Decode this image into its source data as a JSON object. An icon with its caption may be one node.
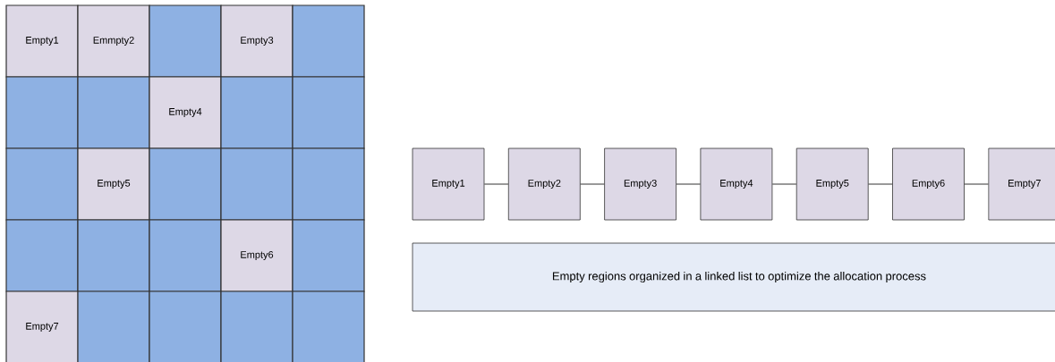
{
  "diagram": {
    "nodes": [
      {
        "text": [
          "Empty1"
        ]
      },
      {
        "text": [
          "Emmpty2"
        ]
      },
      {
        "text": [],
        "shape": "box"
      },
      {
        "text": [
          "Empty3"
        ]
      },
      {
        "text": [],
        "shape": "box"
      },
      {
        "text": [],
        "shape": "box"
      },
      {
        "text": [],
        "shape": "box"
      },
      {
        "text": [
          "Empty4"
        ]
      },
      {
        "text": [],
        "shape": "box"
      },
      {
        "text": [],
        "shape": "box"
      },
      {
        "text": [],
        "shape": "box"
      },
      {
        "text": [
          "Empty5"
        ]
      },
      {
        "text": [],
        "shape": "box"
      },
      {
        "text": [],
        "shape": "box"
      },
      {
        "text": [],
        "shape": "box"
      },
      {
        "text": [],
        "shape": "box"
      },
      {
        "text": [],
        "shape": "box"
      },
      {
        "text": [],
        "shape": "box"
      },
      {
        "text": [
          "Empty6"
        ]
      },
      {
        "text": [],
        "shape": "box"
      },
      {
        "text": [
          "Empty7"
        ]
      },
      {
        "text": [],
        "shape": "box"
      },
      {
        "text": [],
        "shape": "box"
      },
      {
        "text": [],
        "shape": "box"
      },
      {
        "text": [],
        "shape": "box"
      },
      {
        "text": [
          "Empty1"
        ]
      },
      {
        "text": [
          "Empty2"
        ]
      },
      {
        "text": [
          "Empty3"
        ]
      },
      {
        "text": [
          "Empty4"
        ]
      },
      {
        "text": [
          "Empty5"
        ]
      },
      {
        "text": [
          "Empty6"
        ]
      },
      {
        "text": [
          "Empty7"
        ]
      },
      {
        "text": [
          "Empty regions organized in a linked list to optimize the allocation process"
        ]
      }
    ],
    "edges": [
      {
        "from": 25,
        "to": 26,
        "arrow": "none"
      },
      {
        "from": 26,
        "to": 27,
        "arrow": "none"
      },
      {
        "from": 27,
        "to": 28,
        "arrow": "none"
      },
      {
        "from": 28,
        "to": 29,
        "arrow": "none"
      },
      {
        "from": 29,
        "to": 30,
        "arrow": "none"
      },
      {
        "from": 30,
        "to": 31,
        "arrow": "none"
      }
    ]
  }
}
